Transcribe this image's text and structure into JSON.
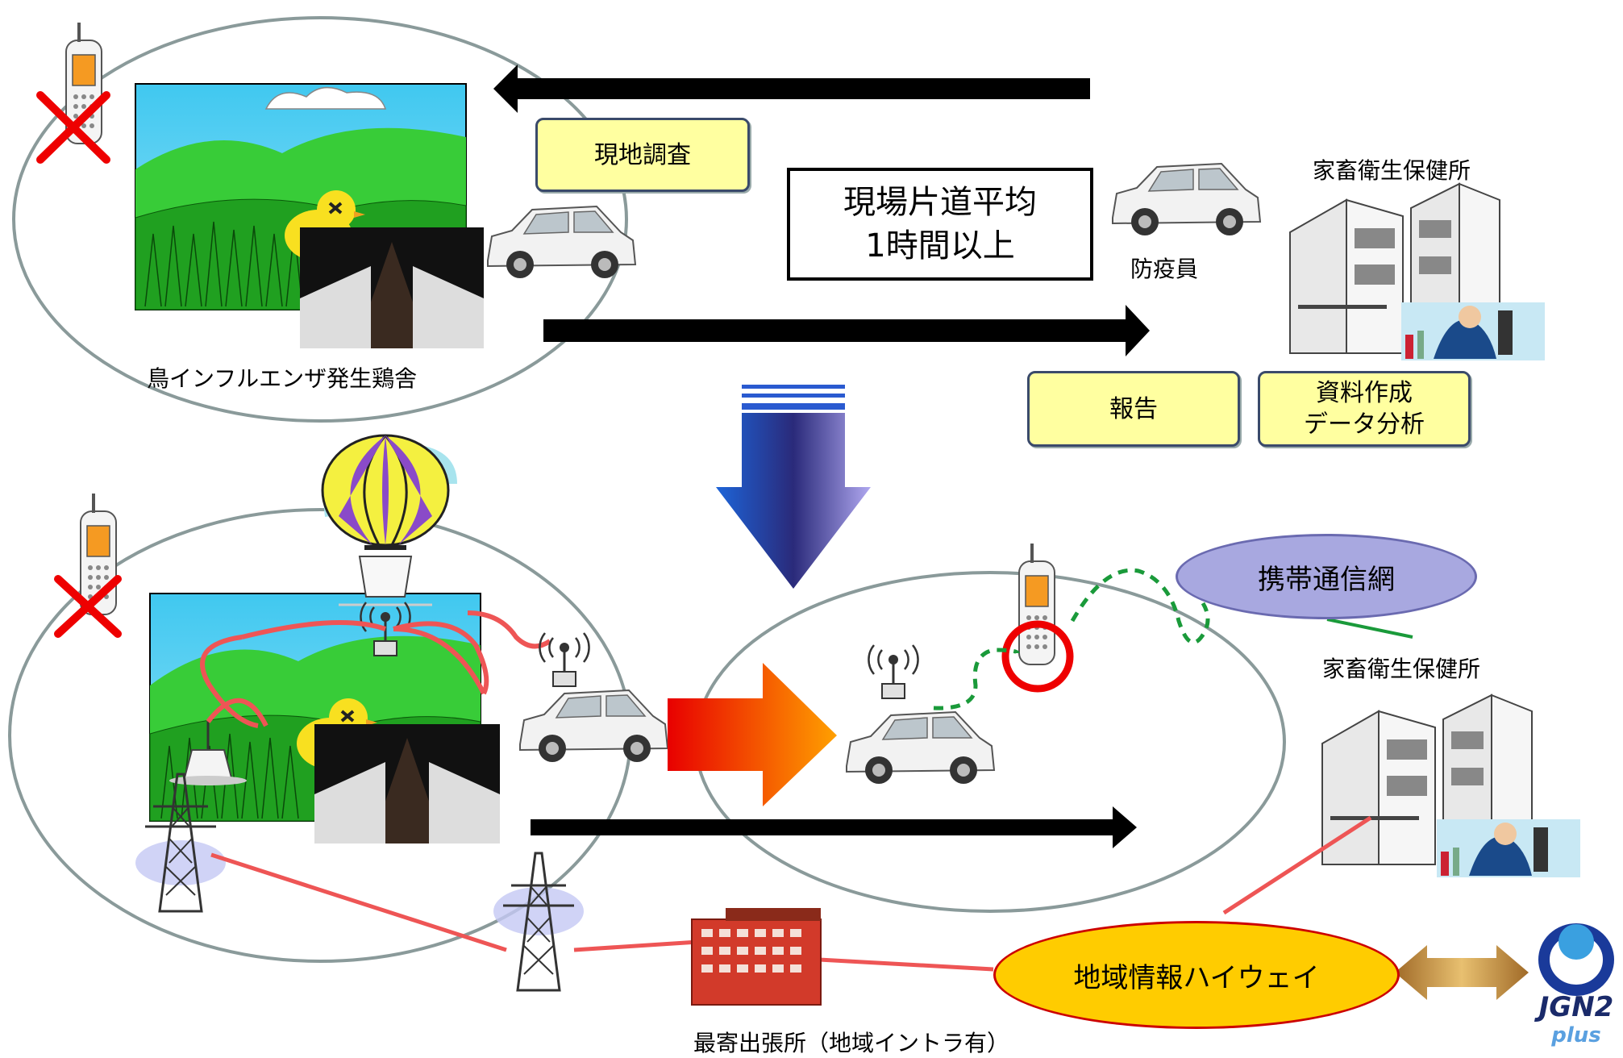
{
  "top": {
    "field_survey": "現地調査",
    "travel_time_line1": "現場片道平均",
    "travel_time_line2": "1時間以上",
    "inspector": "防疫員",
    "office": "家畜衛生保健所",
    "poultry_house": "鳥インフルエンザ発生鶏舎",
    "report": "報告",
    "analysis_line1": "資料作成",
    "analysis_line2": "データ分析"
  },
  "bottom": {
    "mobile_network": "携帯通信網",
    "office": "家畜衛生保健所",
    "regional_highway": "地域情報ハイウェイ",
    "branch_office": "最寄出張所（地域イントラ有）",
    "jgn_logo_text": "JGN2",
    "jgn_logo_sub": "plus"
  },
  "colors": {
    "note_fill": "#ffffa0",
    "highway_fill": "#ffcc00",
    "mobile_fill": "#a8a8e0",
    "red_line": "#ee5555",
    "green_dash": "#1a9a3a"
  }
}
